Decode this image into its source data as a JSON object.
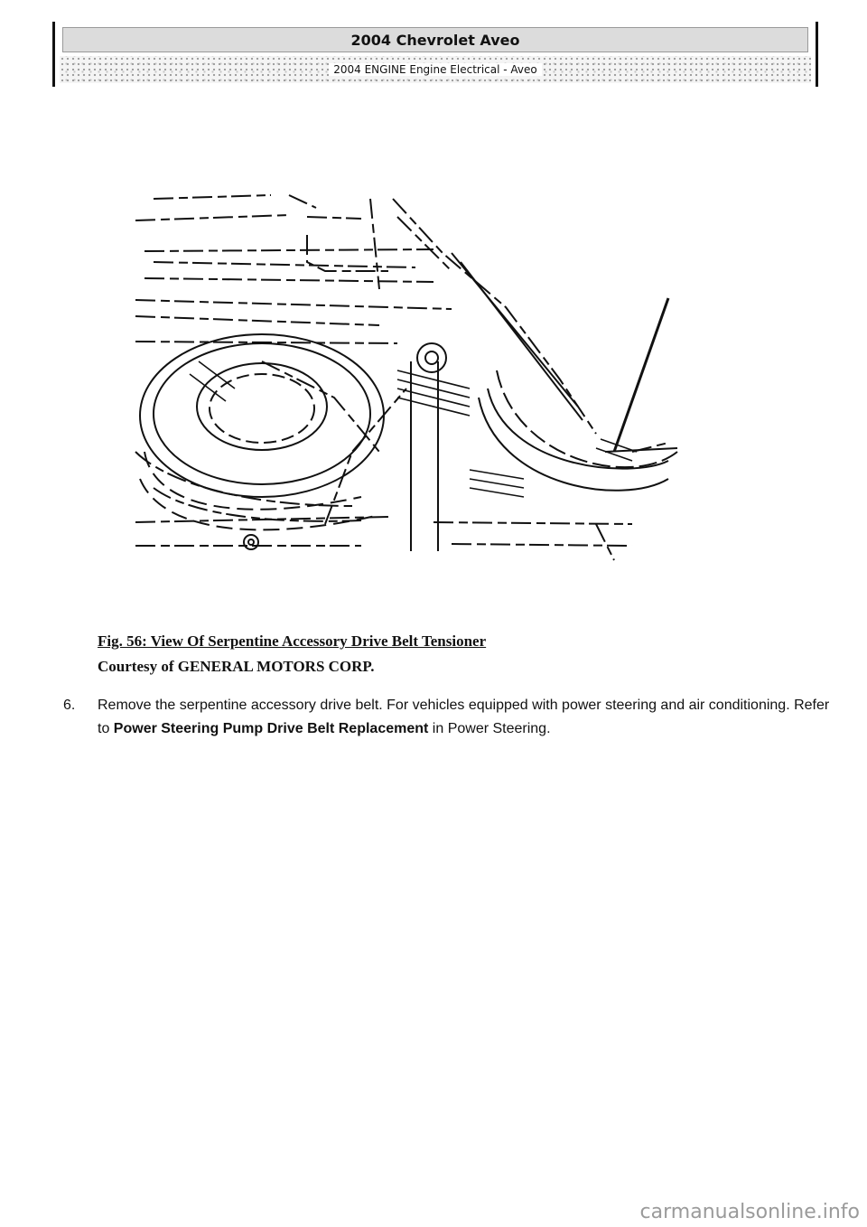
{
  "header": {
    "title": "2004 Chevrolet Aveo",
    "subtitle": "2004 ENGINE Engine Electrical - Aveo"
  },
  "figure": {
    "caption": "Fig. 56: View Of Serpentine Accessory Drive Belt Tensioner",
    "courtesy": "Courtesy of GENERAL MOTORS CORP."
  },
  "step": {
    "number": "6.",
    "text_part1": "Remove the serpentine accessory drive belt. For vehicles equipped with power steering and air conditioning. Refer to ",
    "link": "Power Steering Pump Drive Belt Replacement",
    "text_part2": " in Power Steering."
  },
  "footer": {
    "watermark": "carmanualsonline.info"
  }
}
